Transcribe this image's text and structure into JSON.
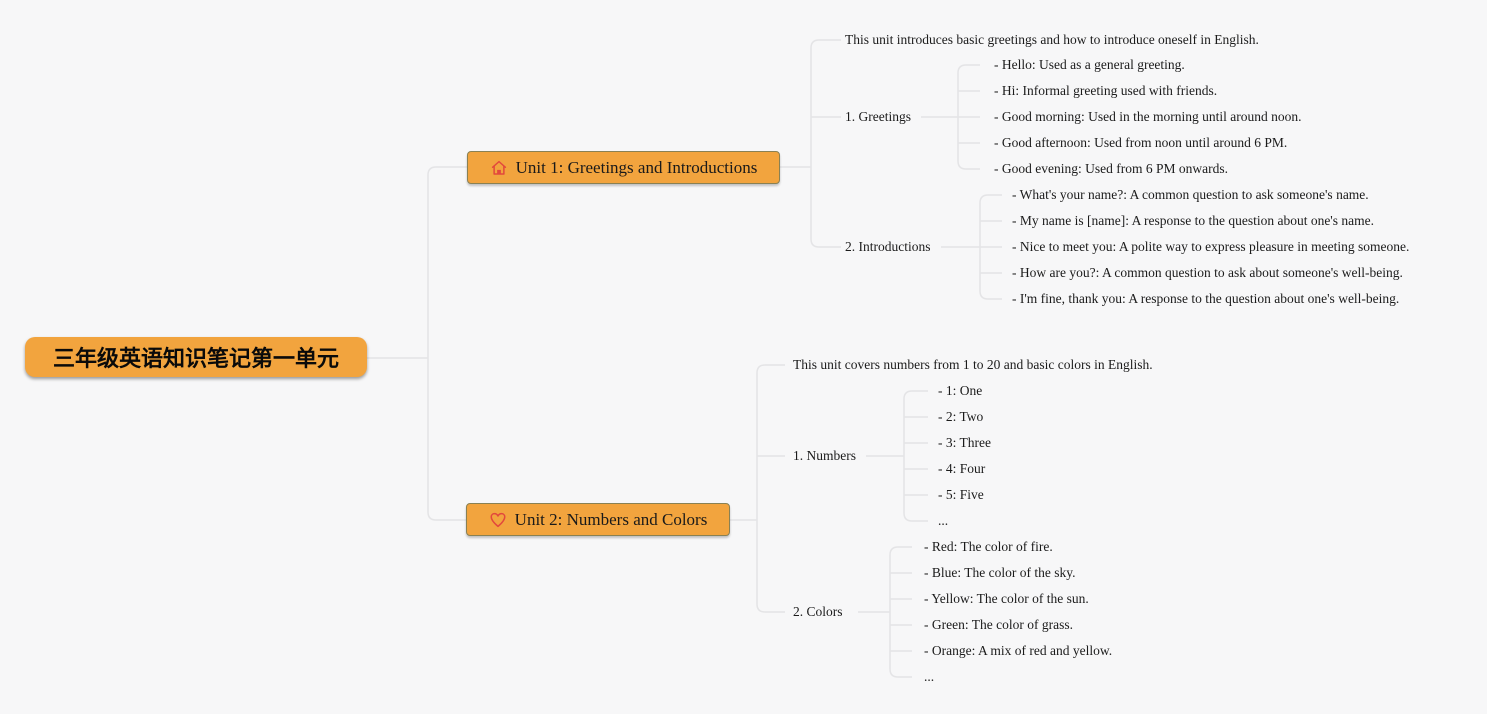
{
  "root": {
    "label": "三年级英语知识笔记第一单元"
  },
  "palette": {
    "node_fill": "#f2a43e",
    "node_border": "#8a8153",
    "connector_line": "#e4e4e6",
    "icon_red": "#e2483d",
    "background": "#f7f7f8"
  },
  "unit1": {
    "title": "Unit 1: Greetings and Introductions",
    "icon": "house-icon",
    "description": "This unit introduces basic greetings and how to introduce oneself in English.",
    "greetings": {
      "label": "1. Greetings",
      "items": [
        "- Hello: Used as a general greeting.",
        "- Hi: Informal greeting used with friends.",
        "- Good morning: Used in the morning until around noon.",
        "- Good afternoon: Used from noon until around 6 PM.",
        "- Good evening: Used from 6 PM onwards."
      ]
    },
    "introductions": {
      "label": "2. Introductions",
      "items": [
        "- What's your name?: A common question to ask someone's name.",
        "- My name is [name]: A response to the question about one's name.",
        "- Nice to meet you: A polite way to express pleasure in meeting someone.",
        "- How are you?: A common question to ask about someone's well-being.",
        "- I'm fine, thank you: A response to the question about one's well-being."
      ]
    }
  },
  "unit2": {
    "title": "Unit 2: Numbers and Colors",
    "icon": "heart-icon",
    "description": "This unit covers numbers from 1 to 20 and basic colors in English.",
    "numbers": {
      "label": "1. Numbers",
      "items": [
        "- 1: One",
        "- 2: Two",
        "- 3: Three",
        "- 4: Four",
        "- 5: Five",
        "..."
      ]
    },
    "colors": {
      "label": "2. Colors",
      "items": [
        "- Red: The color of fire.",
        "- Blue: The color of the sky.",
        "- Yellow: The color of the sun.",
        "- Green: The color of grass.",
        "- Orange: A mix of red and yellow.",
        "..."
      ]
    }
  }
}
